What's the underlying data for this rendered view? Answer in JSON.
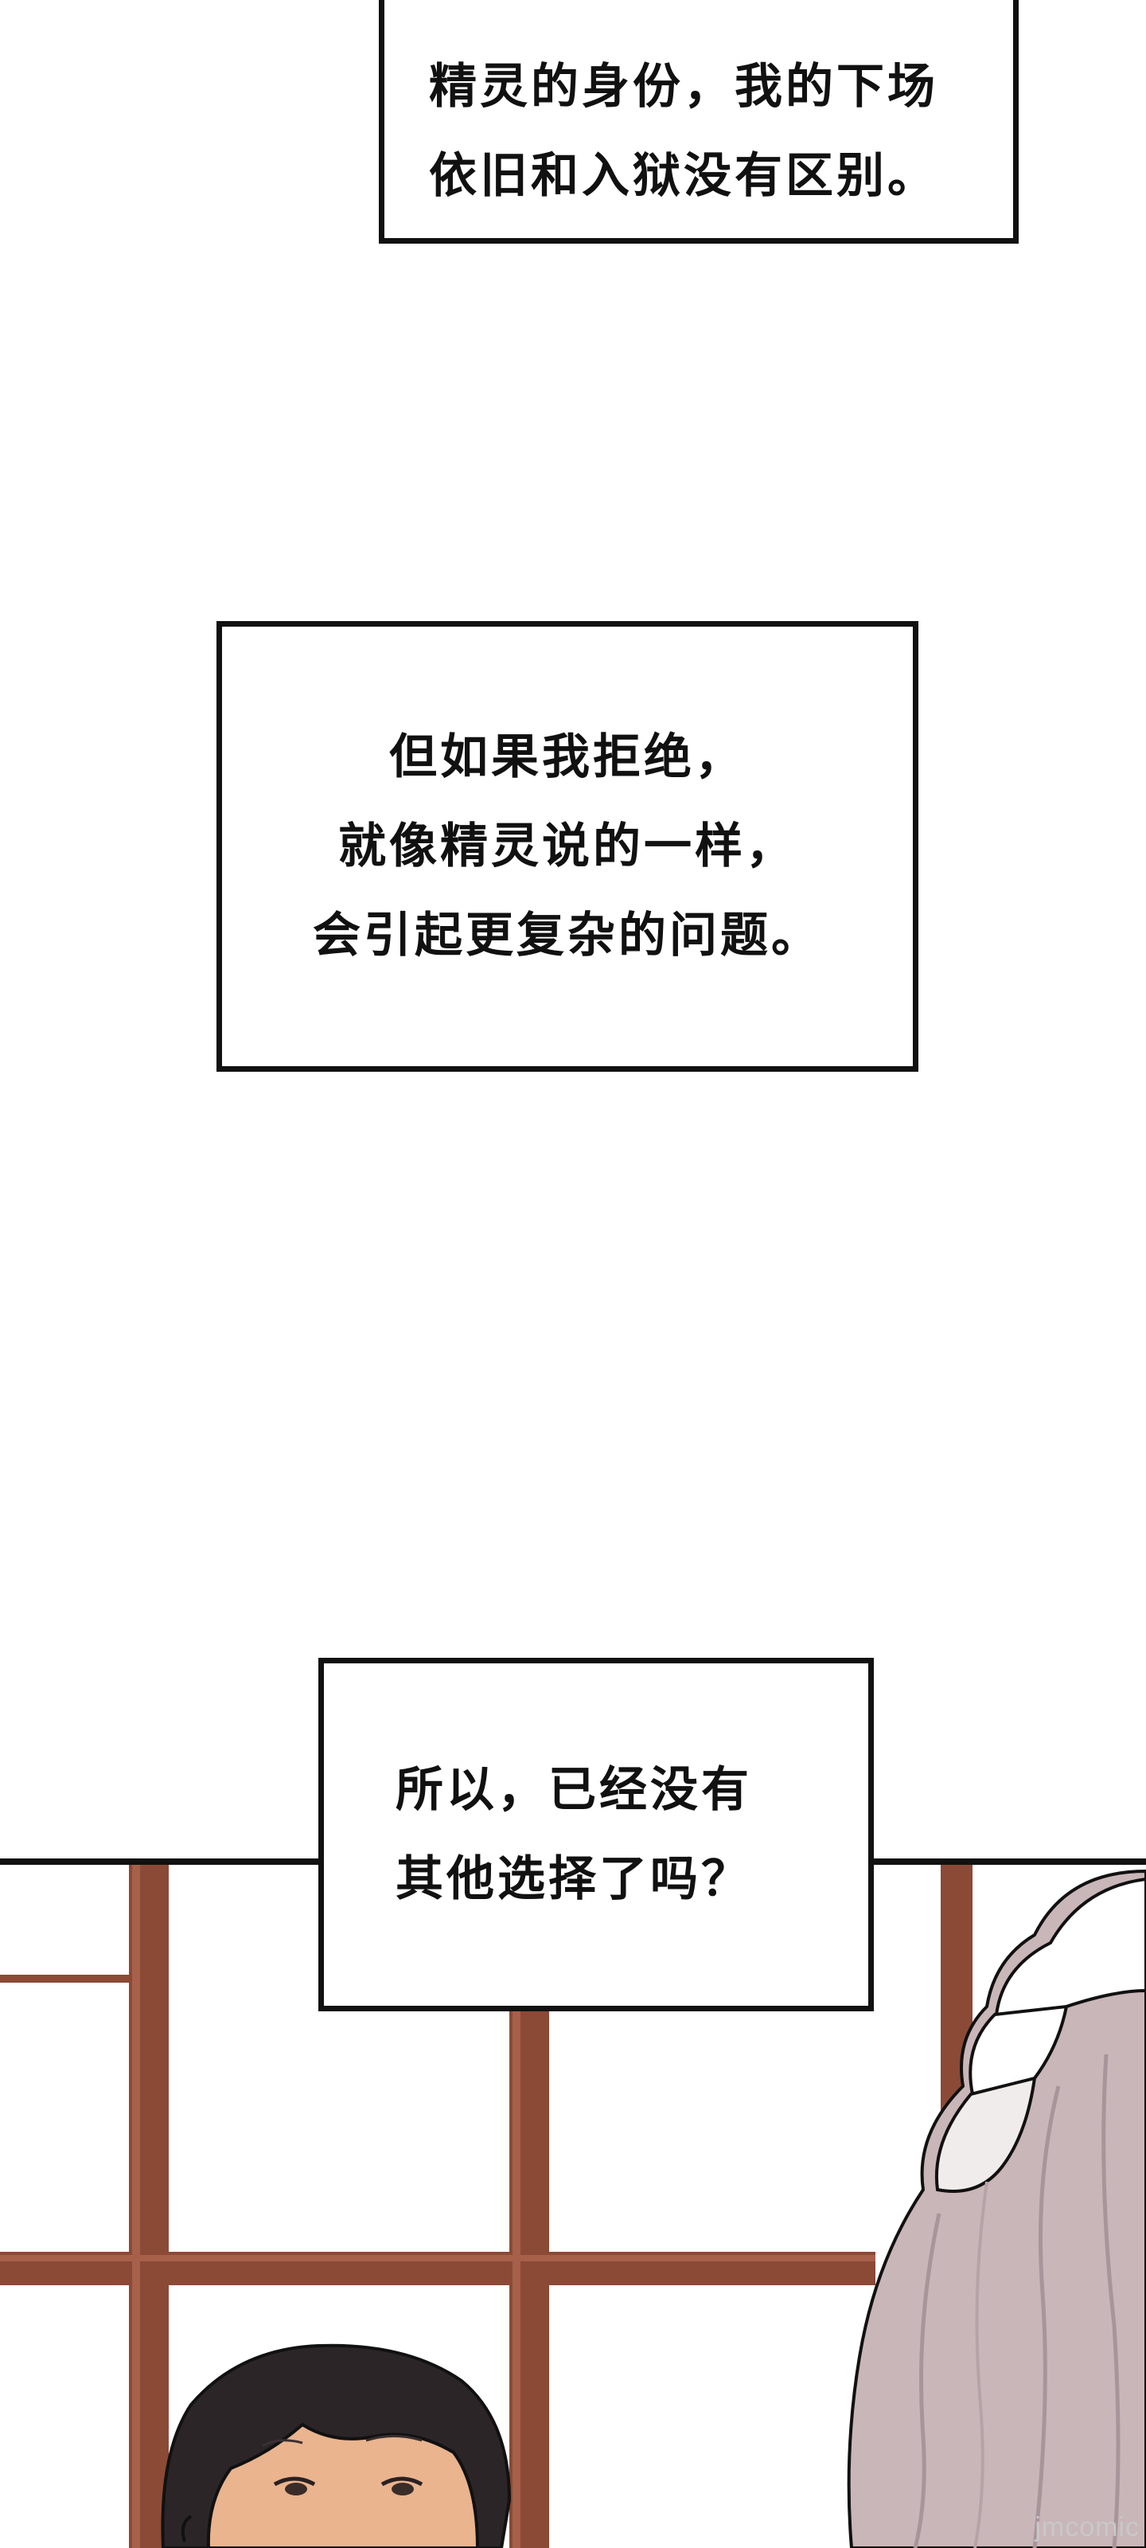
{
  "captions": {
    "box1": {
      "line1": "精灵的身份，我的下场",
      "line2": "依旧和入狱没有区别。"
    },
    "box2": {
      "line1": "但如果我拒绝，",
      "line2": "就像精灵说的一样，",
      "line3": "会引起更复杂的问题。"
    },
    "box3": {
      "line1": "所以，已经没有",
      "line2": "其他选择了吗？"
    }
  },
  "watermark": "jmcomic",
  "colors": {
    "frame_wood": "#8a4a36",
    "wall": "#ffffff",
    "hair_dark": "#2b2528",
    "skin": "#e9b48e",
    "maid_hair": "#c9b6b8",
    "outline": "#111111"
  }
}
